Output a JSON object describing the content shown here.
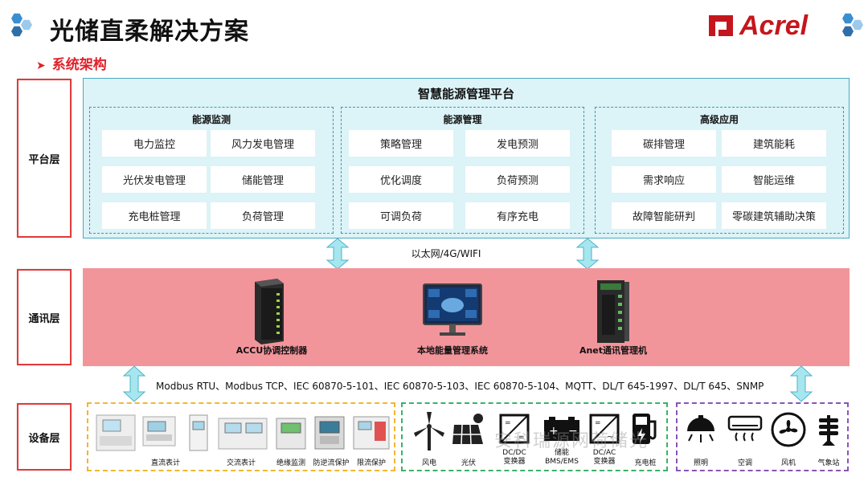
{
  "header": {
    "title": "光储直柔解决方案",
    "subtitle": "系统架构",
    "logo_text": "Acrel"
  },
  "layers": {
    "platform": "平台层",
    "comm": "通讯层",
    "device": "设备层"
  },
  "platform": {
    "title": "智慧能源管理平台",
    "groups": [
      {
        "title": "能源监测",
        "items": [
          "电力监控",
          "风力发电管理",
          "光伏发电管理",
          "储能管理",
          "充电桩管理",
          "负荷管理"
        ]
      },
      {
        "title": "能源管理",
        "items": [
          "策略管理",
          "发电预测",
          "优化调度",
          "负荷预测",
          "可调负荷",
          "有序充电"
        ]
      },
      {
        "title": "高级应用",
        "items": [
          "碳排管理",
          "建筑能耗",
          "需求响应",
          "智能运维",
          "故障智能研判",
          "零碳建筑辅助决策"
        ]
      }
    ]
  },
  "network_label": "以太网/4G/WIFI",
  "comm_devices": [
    "ACCU协调控制器",
    "本地能量管理系统",
    "Anet通讯管理机"
  ],
  "protocols": "Modbus RTU、Modbus TCP、IEC 60870-5-101、IEC 60870-5-103、IEC 60870-5-104、MQTT、DL/T 645-1997、DL/T 645、SNMP",
  "device_groups": {
    "meters": [
      "直流表计",
      "交流表计",
      "绝缘监测",
      "防逆流保护",
      "限流保护"
    ],
    "sources": [
      "风电",
      "光伏",
      "DC/DC\n变换器",
      "储能\nBMS/EMS",
      "DC/AC\n变换器",
      "充电桩"
    ],
    "loads": [
      "照明",
      "空调",
      "风机",
      "气象站"
    ]
  },
  "watermark": "安科瑞源网荷储光",
  "colors": {
    "accent_red": "#e0202a",
    "platform_bg": "#dcf3f7",
    "comm_bg": "#f2959b",
    "arrow": "#7fd6e3",
    "box_yellow": "#f2b632",
    "box_green": "#3bb26a",
    "box_purple": "#8a55b5"
  }
}
